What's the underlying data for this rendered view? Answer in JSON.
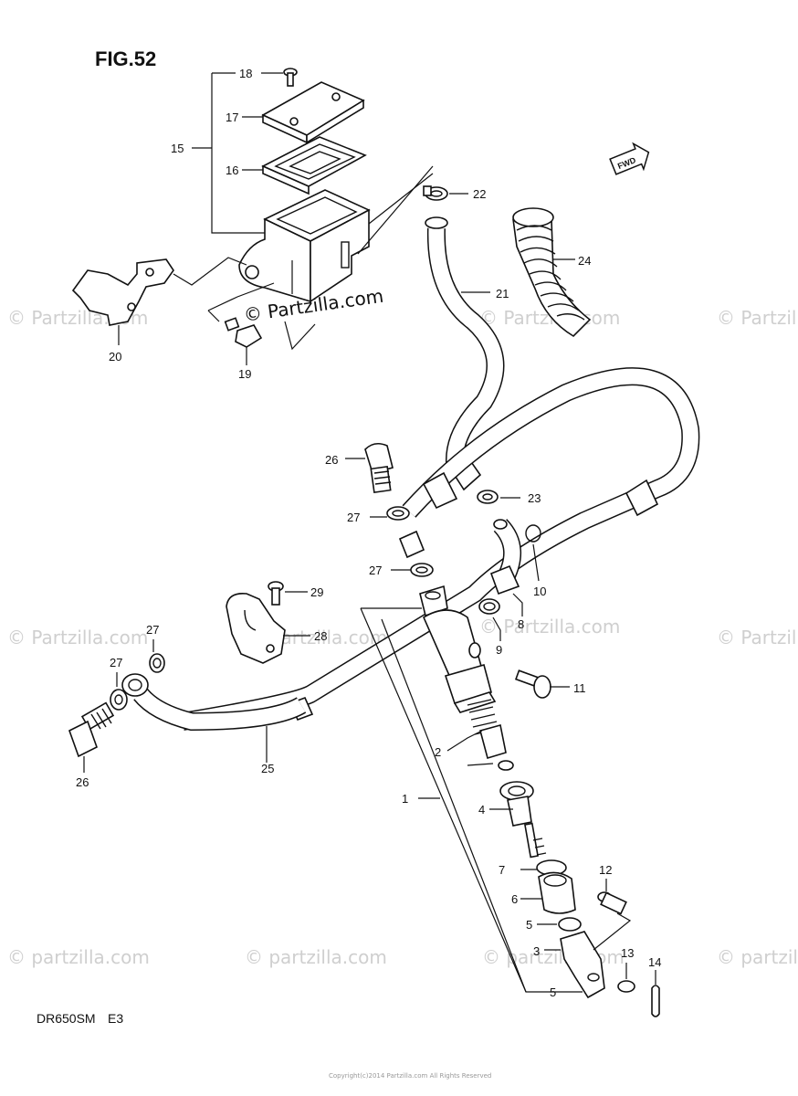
{
  "diagram": {
    "figure_label": "FIG.52",
    "model_label": "DR650SM",
    "region_label": "E3",
    "fwd_label": "FWD",
    "watermark_text": "© Partzilla.com",
    "watermark_text_lower": "© partzilla.com",
    "footer_small_text": "Copyright\nCopyright(c)2014 Partzilla.com All Rights Reserved",
    "callouts": {
      "c1": "1",
      "c2": "2",
      "c3": "3",
      "c4": "4",
      "c5a": "5",
      "c5b": "5",
      "c6": "6",
      "c7": "7",
      "c8": "8",
      "c9": "9",
      "c10": "10",
      "c11": "11",
      "c12": "12",
      "c13": "13",
      "c14": "14",
      "c15": "15",
      "c16": "16",
      "c17": "17",
      "c18": "18",
      "c19": "19",
      "c20": "20",
      "c21": "21",
      "c22": "22",
      "c23": "23",
      "c24": "24",
      "c25": "25",
      "c26a": "26",
      "c26b": "26",
      "c27a": "27",
      "c27b": "27",
      "c27c": "27",
      "c27d": "27",
      "c28": "28",
      "c29": "29"
    }
  }
}
